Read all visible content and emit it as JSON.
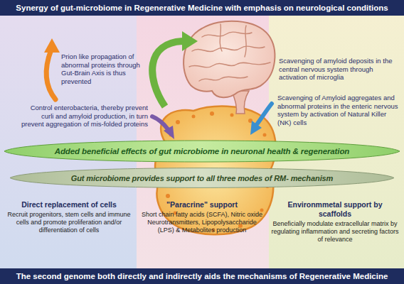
{
  "diagram": {
    "title": "Synergy of gut-microbiome in Regenerative Medicine with emphasis on neurological conditions",
    "caption": "The second genome both directly and indirectly aids the mechanisms of Regenerative Medicine",
    "nodes": [
      {
        "text": [
          "Added beneficial effects of gut microbiome in neuronal health & regeneration"
        ]
      },
      {
        "text": [
          "Gut microbiome provides support to all three modes of RM- mechanism"
        ]
      },
      {
        "text": [
          "Direct replacement of cells",
          "Recruit progenitors, stem cells and immune cells and promote proliferation and/or differentiation of cells"
        ]
      },
      {
        "text": [
          "\"Paracrine\" support",
          "Short chain fatty acids (SCFA), Nitric oxide Neurotransmitters, Lipopolysaccharide (LPS) & Metabolites production"
        ]
      },
      {
        "text": [
          "Environmmetal support by scaffolds",
          "Beneficially modulate extracellular matrix by regulating inflammation and secreting factors of relevance"
        ]
      }
    ],
    "labels": [
      "Prion like propagation of abnormal proteins through Gut-Brain Axis is thus prevented",
      "Control enterobacteria, thereby prevent curli and amyloid production, in turn prevent aggregation of mis-folded proteins",
      "Scavenging of amyloid deposits in the central nervous system through activation of microglia",
      "Scavenging of Amyloid aggregates and abnormal proteins in the enteric nervous system by activation of Natural Killer (NK) cells"
    ]
  }
}
